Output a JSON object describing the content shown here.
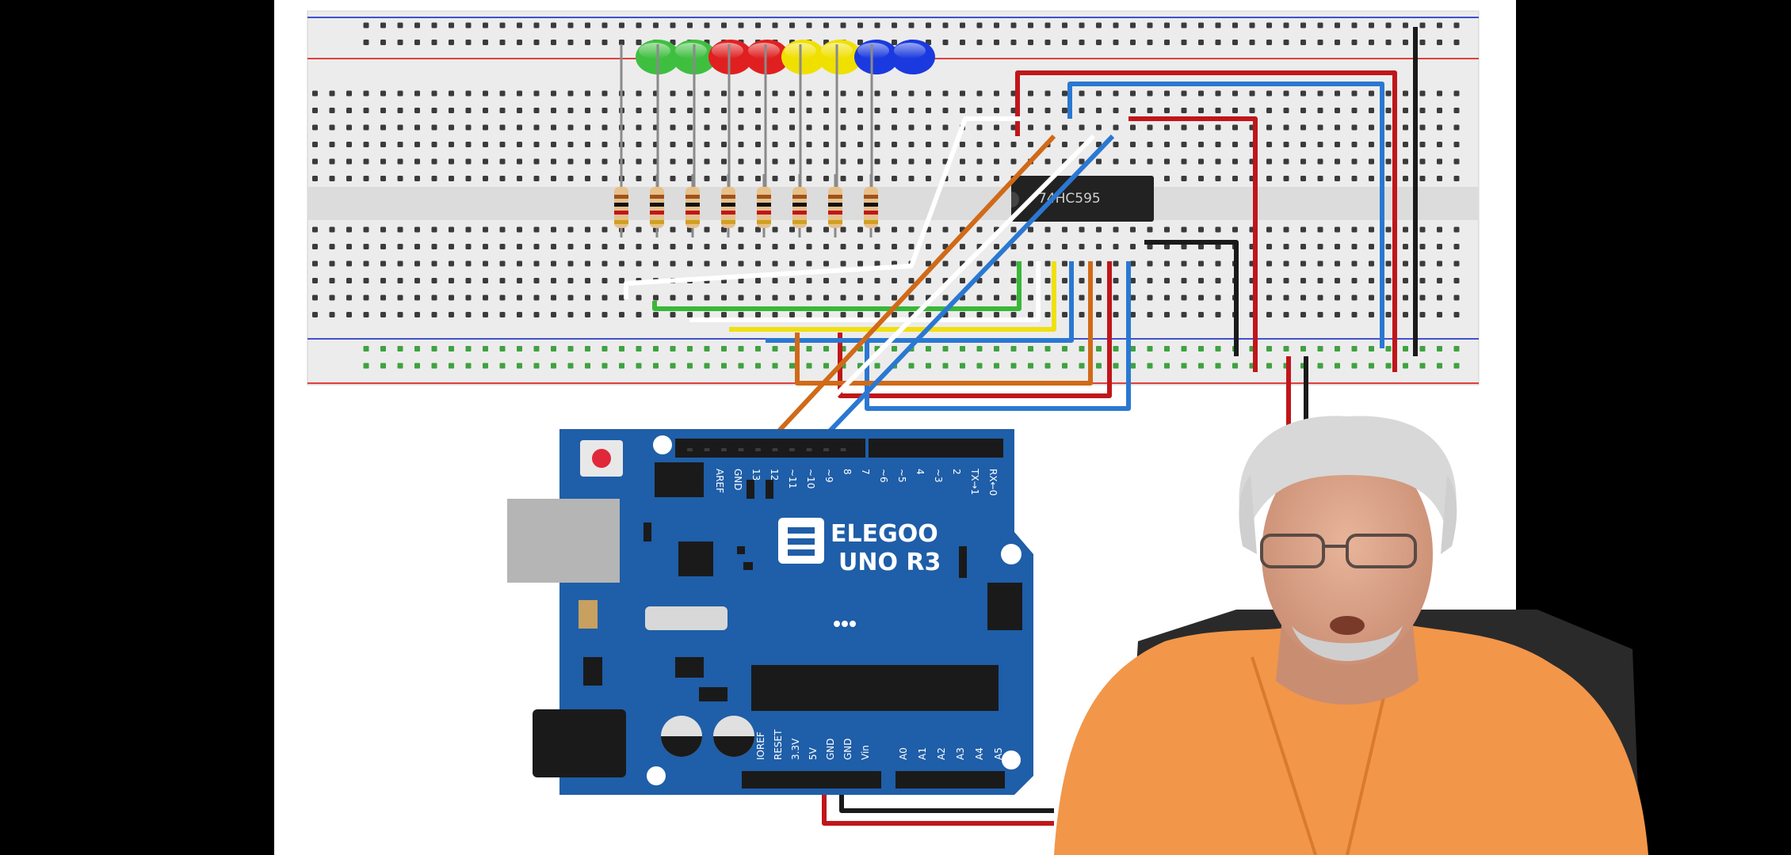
{
  "video": {
    "content": "Breadboard wiring diagram of 8 LEDs driven by a 74HC595 shift register connected to an Arduino board, with presenter overlay"
  },
  "diagram": {
    "chip_label": "74HC595",
    "board_brand": "ELEGOO",
    "board_model": "UNO R3",
    "led_colors": [
      "#3fbf3f",
      "#3fbf3f",
      "#e02020",
      "#e02020",
      "#f0e000",
      "#f0e000",
      "#1a3adf",
      "#1a3adf"
    ],
    "digital_pin_labels": [
      "AREF",
      "GND",
      "13",
      "12",
      "~11",
      "~10",
      "~9",
      "8",
      "7",
      "~6",
      "~5",
      "4",
      "~3",
      "2",
      "TX→1",
      "RX←0"
    ],
    "power_pin_labels": [
      "IOREF",
      "RESET",
      "3.3V",
      "5V",
      "GND",
      "GND",
      "Vin"
    ],
    "analog_pin_labels": [
      "A0",
      "A1",
      "A2",
      "A3",
      "A4",
      "A5"
    ],
    "colors": {
      "board_blue": "#1f5ea8",
      "breadboard": "#ececec",
      "rail_red": "#e04040",
      "rail_blue": "#4050d0",
      "wire_red": "#c0161a",
      "wire_blue": "#2a78d2",
      "wire_orange": "#d06a18",
      "wire_green": "#38b838",
      "wire_yellow": "#f0e010",
      "wire_black": "#1a1a1a",
      "wire_white": "#ffffff",
      "shirt_orange": "#f2964a"
    }
  },
  "presenter": {
    "description": "Presenter overlay in lower right"
  }
}
